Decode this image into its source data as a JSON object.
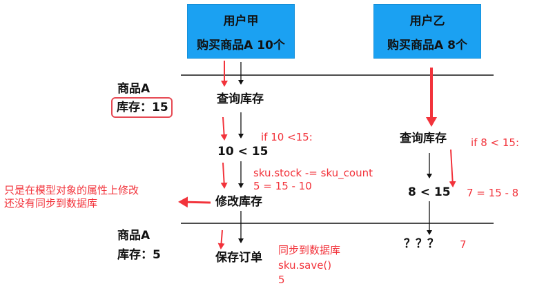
{
  "colors": {
    "user_box_fill": "#1ba1f2",
    "annotation_red": "#f2333b",
    "highlight_border": "#e64953",
    "text_black": "#111111"
  },
  "user_a": {
    "name": "用户甲",
    "action": "购买商品A  10个"
  },
  "user_b": {
    "name": "用户乙",
    "action": "购买商品A  8个"
  },
  "stock_before": {
    "product": "商品A",
    "stock": "库存：15"
  },
  "stock_after": {
    "product": "商品A",
    "stock": "库存：5"
  },
  "flow_a": {
    "query": "查询库存",
    "condition": "10 < 15",
    "update": "修改库存",
    "save": "保存订单"
  },
  "flow_b": {
    "query": "查询库存",
    "condition": "8 < 15",
    "unknown": "？？？"
  },
  "annotations": {
    "a_if": "if 10 <15:",
    "a_code_1": "sku.stock -= sku_count",
    "a_code_2": "5 = 15 - 10",
    "model_note_1": "只是在模型对象的属性上修改",
    "model_note_2": "还没有同步到数据库",
    "sync_1": "同步到数据库",
    "sync_2": "sku.save()",
    "sync_3": "5",
    "b_if": "if 8 < 15:",
    "b_calc": "7 = 15 - 8",
    "b_result": "7"
  }
}
